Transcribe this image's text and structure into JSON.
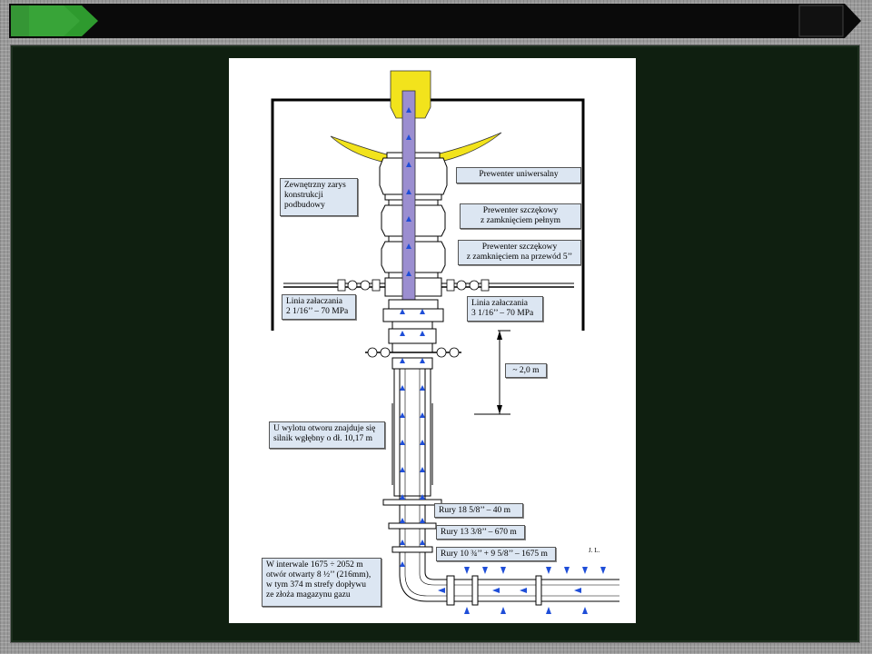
{
  "labels": {
    "outer_outline": [
      "Zewnętrzny zarys",
      "konstrukcji",
      "podbudowy"
    ],
    "universal_preventer": [
      "Prewenter uniwersalny"
    ],
    "ram_preventer_full": [
      "Prewenter szczękowy",
      "z zamknięciem pełnym"
    ],
    "ram_preventer_pipe": [
      "Prewenter szczękowy",
      "z zamknięciem na przewód 5’’"
    ],
    "kill_line_left": [
      "Linia załaczania",
      "2 1/16’’ – 70 MPa"
    ],
    "kill_line_right": [
      "Linia załaczania",
      "3 1/16’’ – 70 MPa"
    ],
    "height_mark": [
      "~ 2,0 m"
    ],
    "motor_note": [
      "U wylotu otworu znajduje się",
      "silnik wgłębny o dł.  10,17 m"
    ],
    "casing_1": [
      "Rury 18 5/8’’ – 40 m"
    ],
    "casing_2": [
      "Rury 13 3/8’’ – 670 m"
    ],
    "casing_3": [
      "Rury 10 ¾’’ + 9 5/8’’ – 1675 m"
    ],
    "interval_note": [
      "W interwale 1675 ÷ 2052 m",
      "otwór otwarty 8 ½’’ (216mm),",
      "w tym 374 m strefy dopływu",
      "ze złoża magazynu gazu"
    ],
    "initials": "J. L."
  },
  "colors": {
    "title_bar": "#0a0a0a",
    "accent_green": "#2e9a2e",
    "slide_bg": "#0f1f10",
    "label_fill": "#dce6f2",
    "rotor_yellow": "#f2e31c",
    "kelly_purple": "#9b8ed0",
    "flow_arrow": "#1f4ed8"
  }
}
